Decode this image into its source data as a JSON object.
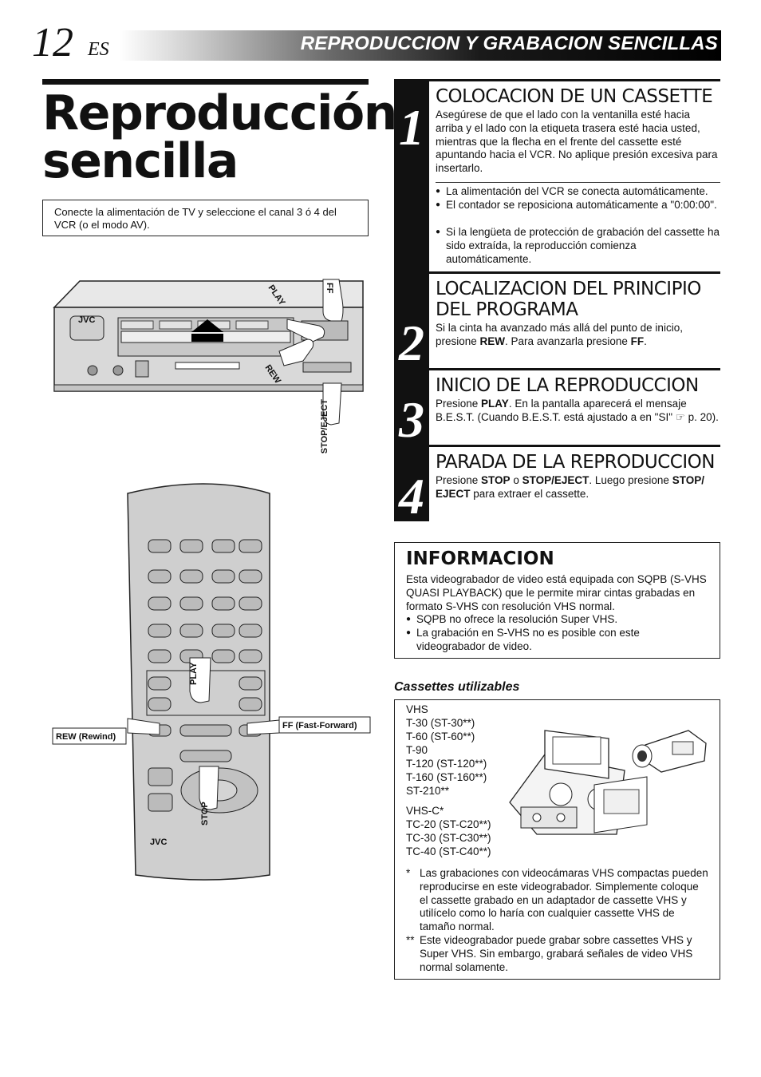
{
  "header": {
    "page_number": "12",
    "language": "ES",
    "section": "REPRODUCCION Y GRABACION SENCILLAS"
  },
  "title": {
    "line1": "Reproducción",
    "line2": "sencilla"
  },
  "intro": "Conecte la alimentación de TV y seleccione el canal 3 ó 4 del VCR (o el modo AV).",
  "vcr_labels": {
    "play": "PLAY",
    "ff": "FF",
    "rew": "REW",
    "stop_eject": "STOP/EJECT",
    "brand": "JVC"
  },
  "remote_labels": {
    "play": "PLAY",
    "rew": "REW (Rewind)",
    "ff": "FF (Fast-Forward)",
    "stop": "STOP",
    "brand": "JVC"
  },
  "steps": [
    {
      "number": "1",
      "heading": "COLOCACION DE UN CASSETTE",
      "text": "Asegúrese de que el lado con la ventanilla esté hacia arriba y el lado con la etiqueta trasera esté hacia usted, mientras que la flecha en el frente del cassette esté apuntando hacia el VCR. No aplique presión excesiva para insertarlo.",
      "bullets": [
        "La alimentación del VCR se conecta automáticamente.",
        "El contador se reposiciona automáticamente a \"0:00:00\".",
        "Si la lengüeta de protección de grabación del cassette ha sido extraída, la reproducción comienza automáticamente."
      ]
    },
    {
      "number": "2",
      "heading": "LOCALIZACION DEL PRINCIPIO DEL PROGRAMA",
      "text_a": "Si la cinta ha avanzado más allá del punto de inicio, presione ",
      "key_a": "REW",
      "text_b": ". Para avanzarla presione ",
      "key_b": "FF",
      "text_c": "."
    },
    {
      "number": "3",
      "heading": "INICIO DE LA REPRODUCCION",
      "text_a": "Presione ",
      "key_a": "PLAY",
      "text_b": ". En la pantalla aparecerá el mensaje B.E.S.T. (Cuando B.E.S.T. está ajustado a en \"SI\" ",
      "ref_icon": "☞",
      "text_c": " p. 20)."
    },
    {
      "number": "4",
      "heading": "PARADA DE LA REPRODUCCION",
      "text_a": "Presione ",
      "key_a": "STOP",
      "text_b": " o ",
      "key_b": "STOP/EJECT",
      "text_c": ". Luego presione ",
      "key_c": "STOP/ EJECT",
      "text_d": " para extraer el cassette."
    }
  ],
  "info": {
    "title": "INFORMACION",
    "text": "Esta videograbador de video está equipada con SQPB (S-VHS QUASI PLAYBACK) que le permite mirar cintas grabadas en formato S-VHS con resolución VHS normal.",
    "bullets": [
      "SQPB no ofrece la resolución Super VHS.",
      "La grabación en S-VHS no es posible con este videograbador de video."
    ]
  },
  "cassettes": {
    "title": "Cassettes utilizables",
    "vhs": [
      "VHS",
      "T-30 (ST-30**)",
      "T-60 (ST-60**)",
      "T-90",
      "T-120 (ST-120**)",
      "T-160 (ST-160**)",
      "ST-210**"
    ],
    "vhsc": [
      "VHS-C*",
      "TC-20 (ST-C20**)",
      "TC-30 (ST-C30**)",
      "TC-40 (ST-C40**)"
    ],
    "notes": [
      {
        "mark": "*",
        "text": "Las grabaciones con videocámaras VHS compactas pueden reproducirse en este videograbador. Simplemente coloque el cassette grabado en un adaptador de cassette VHS y utilícelo como lo haría con cualquier cassette VHS de tamaño normal."
      },
      {
        "mark": "**",
        "text": "Este videograbador puede grabar sobre cassettes VHS y Super VHS. Sin embargo, grabará señales de video VHS normal solamente."
      }
    ]
  }
}
